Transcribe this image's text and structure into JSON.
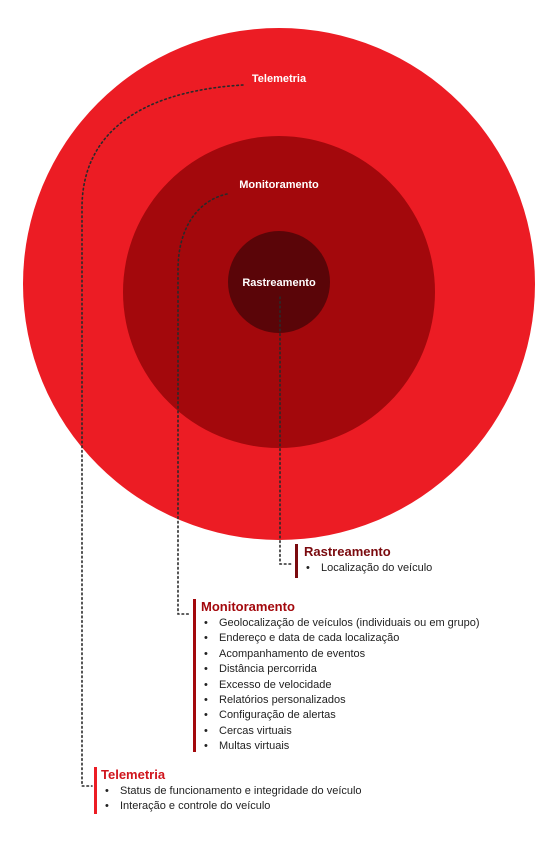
{
  "colors": {
    "outer_ring": "#ec1c24",
    "middle_ring": "#a3080c",
    "inner_ring": "#5a0508",
    "heading_red": "#b81016",
    "heading_dark": "#7a0a0e",
    "connector": "#333333"
  },
  "rings": {
    "outer": {
      "label": "Telemetria"
    },
    "middle": {
      "label": "Monitoramento"
    },
    "inner": {
      "label": "Rastreamento"
    }
  },
  "rastreamento": {
    "title": "Rastreamento",
    "items": [
      "Localização do veículo"
    ]
  },
  "monitoramento": {
    "title": "Monitoramento",
    "items": [
      "Geolocalização de veículos (individuais ou em grupo)",
      "Endereço e data de cada localização",
      "Acompanhamento de eventos",
      "Distância percorrida",
      "Excesso de velocidade",
      "Relatórios personalizados",
      "Configuração de alertas",
      "Cercas virtuais",
      "Multas virtuais"
    ]
  },
  "telemetria": {
    "title": "Telemetria",
    "items": [
      "Status de funcionamento e integridade do veículo",
      "Interação e controle do veículo"
    ]
  }
}
